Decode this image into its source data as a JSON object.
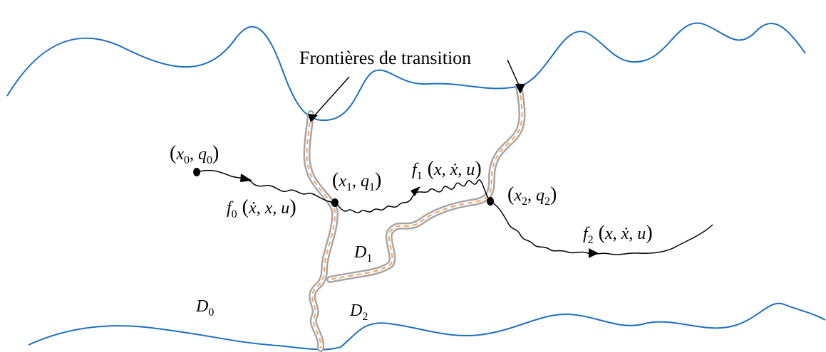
{
  "title": "Frontières de transition",
  "states": [
    {
      "x": "x",
      "xsub": "0",
      "q": "q",
      "qsub": "0"
    },
    {
      "x": "x",
      "xsub": "1",
      "q": "q",
      "qsub": "1"
    },
    {
      "x": "x",
      "xsub": "2",
      "q": "q",
      "qsub": "2"
    }
  ],
  "flows": [
    {
      "f": "f",
      "sub": "0",
      "args": "ẋ, x, u"
    },
    {
      "f": "f",
      "sub": "1",
      "args": "x, ẋ, u"
    },
    {
      "f": "f",
      "sub": "2",
      "args": "x, ẋ, u"
    }
  ],
  "domains": [
    {
      "D": "D",
      "sub": "0"
    },
    {
      "D": "D",
      "sub": "1"
    },
    {
      "D": "D",
      "sub": "2"
    }
  ],
  "colors": {
    "boundary": "#1f6fc0",
    "channel_outer": "#a6a6a6",
    "channel_dash": "#f2a35a",
    "trajectory": "#000000"
  }
}
